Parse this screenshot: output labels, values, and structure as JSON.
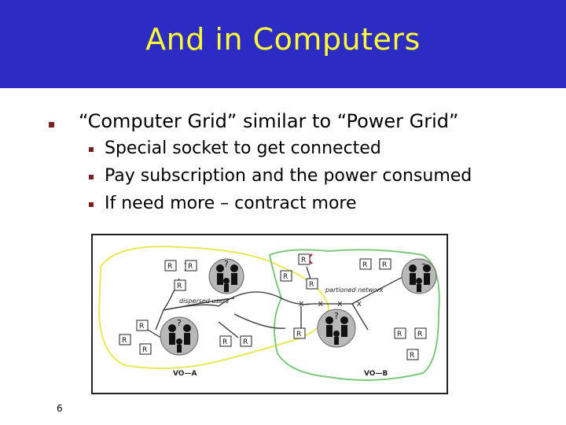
{
  "slide": {
    "title": "And in Computers",
    "page_number": "6",
    "colors": {
      "title_bar": "#2c2cc4",
      "title_text": "#ffff33",
      "bullet": "#7a1f1f"
    }
  },
  "bullets": {
    "main": "“Computer Grid” similar to “Power Grid”",
    "sub": [
      "Special socket to get connected",
      "Pay subscription and the power consumed",
      "If need more – contract more"
    ]
  },
  "figure": {
    "resource_label": "R",
    "unknown_label": "?",
    "dispersed_users": "dispersed users",
    "partitioned_network": "partioned network",
    "vo_a": "VO—A",
    "vo_b": "VO—B",
    "colors": {
      "vo_a_outline": "#e8e85a",
      "vo_b_outline": "#7fc77f",
      "cross": "#cc2222"
    }
  }
}
